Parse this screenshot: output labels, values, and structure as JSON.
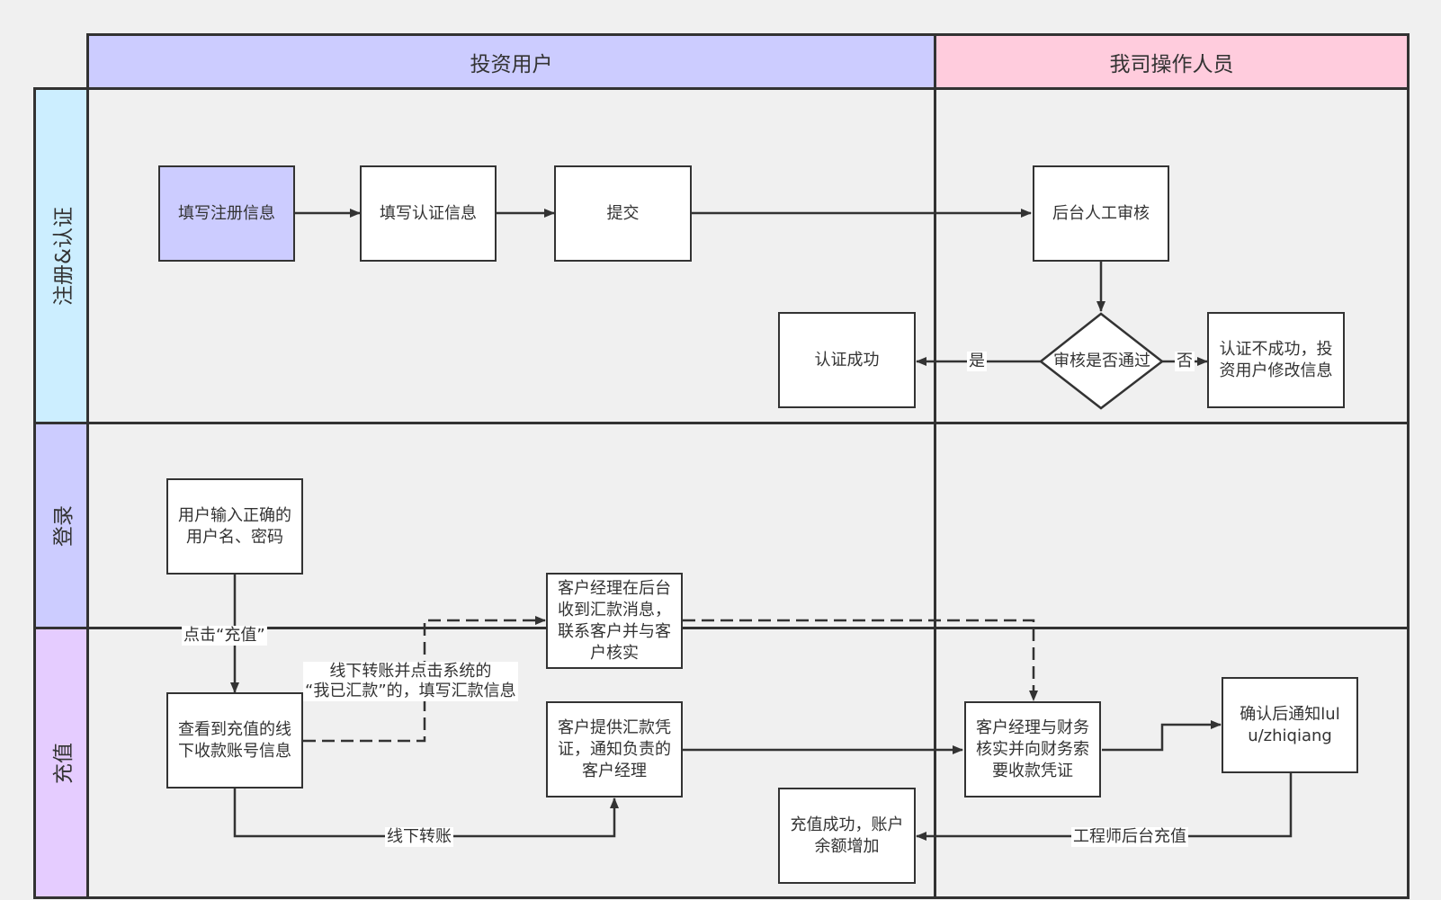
{
  "columns": {
    "investor": "投资用户",
    "operator": "我司操作人员"
  },
  "rows": {
    "register": "注册&认证",
    "login": "登录",
    "recharge": "充值"
  },
  "nodes": {
    "fill_register": "填写注册信息",
    "fill_auth": "填写认证信息",
    "submit": "提交",
    "manual_review": "后台人工审核",
    "review_pass": "审核是否通过",
    "auth_success": "认证成功",
    "auth_fail": "认证不成功，投资用户修改信息",
    "login_input": "用户输入正确的用户名、密码",
    "view_account": "查看到充值的线下收款账号信息",
    "manager_receive": "客户经理在后台收到汇款消息，联系客户并与客户核实",
    "customer_voucher": "客户提供汇款凭证，通知负责的客户经理",
    "manager_finance": "客户经理与财务核实并向财务索要收款凭证",
    "confirm_notify": "确认后通知lulu/zhiqiang",
    "recharge_success": "充值成功，账户余额增加"
  },
  "edges": {
    "yes": "是",
    "no": "否",
    "click_recharge": "点击“充值”",
    "transfer_click": "线下转账并点击系统的\n“我已汇款”的，填写汇款信息",
    "offline_transfer": "线下转账",
    "engineer_recharge": "工程师后台充值"
  },
  "colors": {
    "investor_header": "#ccccff",
    "operator_header": "#ffccdd",
    "register_row": "#cceeff",
    "login_row": "#ccccff",
    "recharge_row": "#e5ccff",
    "line": "#333333",
    "background": "#f0f0f0"
  }
}
